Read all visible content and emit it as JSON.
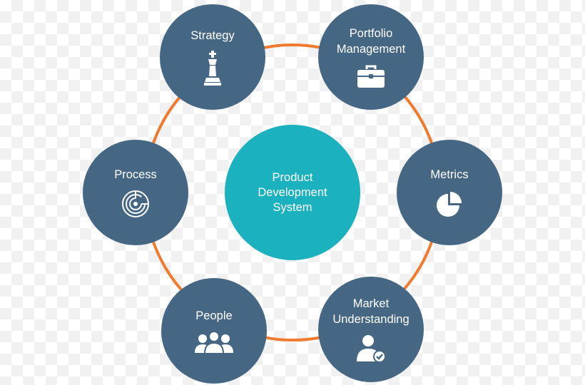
{
  "diagram": {
    "ring_color": "#f07a2d",
    "node_color": "#456784",
    "center_color": "#1cb1bf",
    "center": {
      "label": "Product\nDevelopment\nSystem"
    },
    "nodes": [
      {
        "label": "Strategy",
        "icon": "chess-king-icon"
      },
      {
        "label": "Portfolio\nManagement",
        "icon": "briefcase-icon"
      },
      {
        "label": "Metrics",
        "icon": "pie-chart-icon"
      },
      {
        "label": "Market\nUnderstanding",
        "icon": "user-check-icon"
      },
      {
        "label": "People",
        "icon": "group-icon"
      },
      {
        "label": "Process",
        "icon": "maze-icon"
      }
    ]
  }
}
